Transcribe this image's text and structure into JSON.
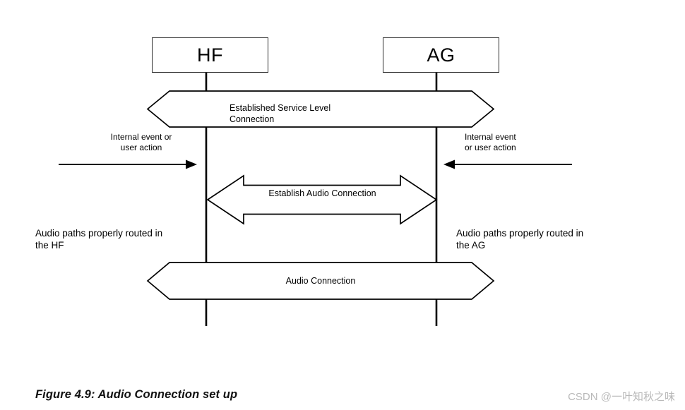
{
  "diagram": {
    "type": "sequence-diagram",
    "caption": "Figure 4.9: Audio Connection set up",
    "watermark": "CSDN @一叶知秋之味",
    "colors": {
      "background": "#ffffff",
      "stroke": "#000000",
      "box_stroke": "#2b2b2b",
      "watermark": "#b9b9b9"
    },
    "actors": [
      {
        "id": "hf",
        "label": "HF"
      },
      {
        "id": "ag",
        "label": "AG"
      }
    ],
    "messages": [
      {
        "id": "established-service-level-connection",
        "shape": "hexagon",
        "label": "Established Service Level\nConnection",
        "align": "left"
      },
      {
        "id": "establish-audio-connection",
        "shape": "double-arrow",
        "label": "Establish Audio\nConnection",
        "align": "center"
      },
      {
        "id": "audio-connection",
        "shape": "hexagon",
        "label": "Audio Connection",
        "align": "center"
      }
    ],
    "events": [
      {
        "id": "hf-internal-event",
        "label": "Internal event or\nuser action",
        "direction": "right",
        "side": "left"
      },
      {
        "id": "ag-internal-event",
        "label": "Internal event\nor user action",
        "direction": "left",
        "side": "right"
      }
    ],
    "notes": [
      {
        "id": "hf-audio-paths-note",
        "label": "Audio paths properly routed in\nthe HF",
        "side": "left"
      },
      {
        "id": "ag-audio-paths-note",
        "label": "Audio paths properly routed in\nthe AG",
        "side": "right"
      }
    ]
  }
}
